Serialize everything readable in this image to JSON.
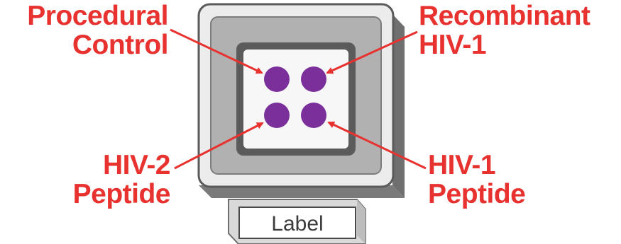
{
  "labels": {
    "procedural_control": {
      "line1": "Procedural",
      "line2": "Control"
    },
    "recombinant_hiv1": {
      "line1": "Recombinant",
      "line2": "HIV-1"
    },
    "hiv2_peptide": {
      "line1": "HIV-2",
      "line2": "Peptide"
    },
    "hiv1_peptide": {
      "line1": "HIV-1",
      "line2": "Peptide"
    },
    "cartridge_label": "Label"
  },
  "colors": {
    "callout_text": "#e8322f",
    "arrow": "#e8322f",
    "spot": "#7a2f9a",
    "cartridge_frame": "#8d8d8d",
    "cartridge_face": "#e6e6e6",
    "cartridge_ring": "#b5b5b5",
    "window": "#f7f7f7"
  },
  "icons": {
    "arrows": "arrow-icon",
    "spots": "test-spot-icon"
  }
}
